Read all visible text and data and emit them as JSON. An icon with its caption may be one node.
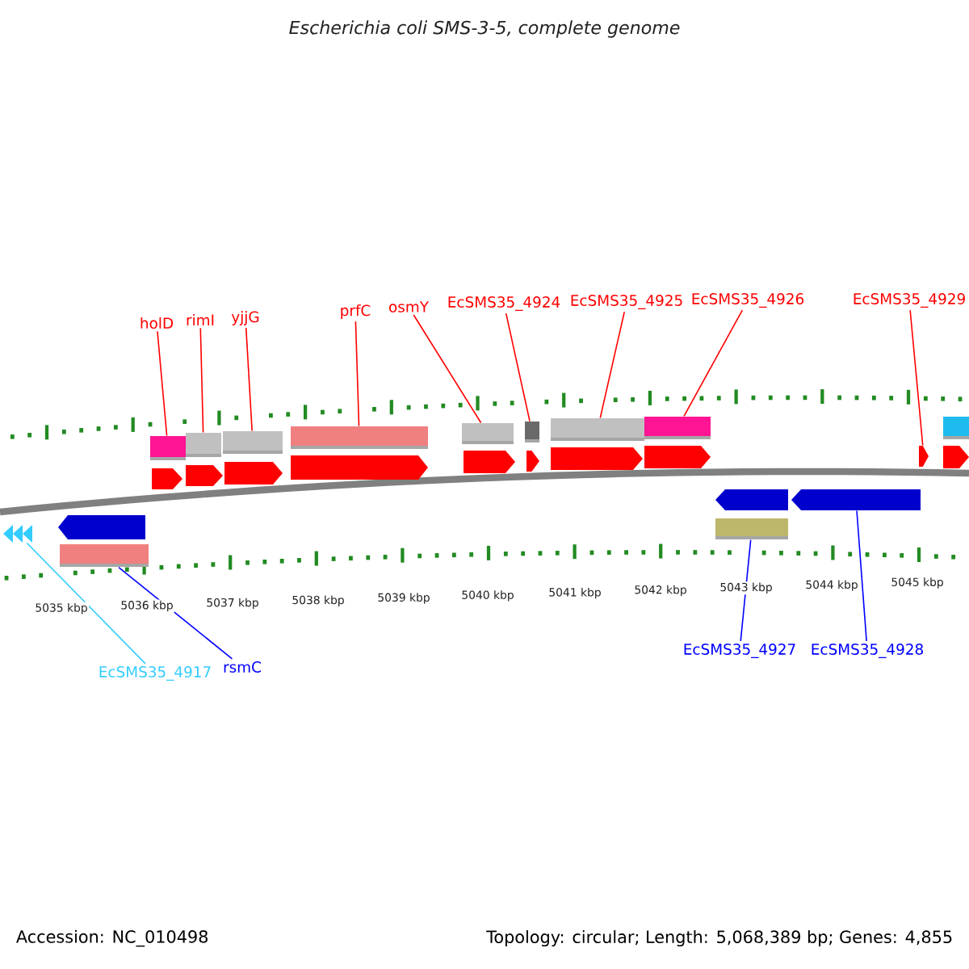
{
  "diagram": {
    "title": "Escherichia coli SMS-3-5, complete genome",
    "nodes": [
      {
        "text": [
          "holD"
        ]
      },
      {
        "text": [
          "rimI"
        ]
      },
      {
        "text": [
          "yjjG"
        ]
      },
      {
        "text": [
          "prfC"
        ]
      },
      {
        "text": [
          "osmY"
        ]
      },
      {
        "text": [
          "EcSMS35_4924"
        ]
      },
      {
        "text": [
          "EcSMS35_4925"
        ]
      },
      {
        "text": [
          "EcSMS35_4926"
        ]
      },
      {
        "text": [
          "EcSMS35_4929"
        ]
      },
      {
        "text": [
          "EcSMS35_4917"
        ]
      },
      {
        "text": [
          "rsmC"
        ]
      },
      {
        "text": [
          "EcSMS35_4927"
        ]
      },
      {
        "text": [
          "EcSMS35_4928"
        ]
      },
      {
        "text": [],
        "shape": "triangle"
      },
      {
        "text": [],
        "shape": "bar"
      },
      {
        "text": [],
        "shape": "bar"
      },
      {
        "text": [],
        "shape": "bar"
      },
      {
        "text": [],
        "shape": "bar"
      },
      {
        "text": [],
        "shape": "bar"
      },
      {
        "text": [],
        "shape": "bar"
      },
      {
        "text": [],
        "shape": "bar"
      },
      {
        "text": [],
        "shape": "bar"
      },
      {
        "text": [],
        "shape": "bar"
      },
      {
        "text": [],
        "shape": "bar"
      },
      {
        "text": [],
        "shape": "arrow"
      },
      {
        "text": [],
        "shape": "arrow"
      },
      {
        "text": [],
        "shape": "arrow"
      },
      {
        "text": [],
        "shape": "arrow"
      },
      {
        "text": [],
        "shape": "arrow"
      },
      {
        "text": [],
        "shape": "arrow"
      },
      {
        "text": [],
        "shape": "arrow"
      },
      {
        "text": [],
        "shape": "arrow"
      },
      {
        "text": [],
        "shape": "arrow"
      },
      {
        "text": [],
        "shape": "arrow"
      },
      {
        "text": [],
        "shape": "arrow"
      },
      {
        "text": [],
        "shape": "arrow"
      },
      {
        "text": [],
        "shape": "arrow"
      },
      {
        "text": [],
        "shape": "bar"
      }
    ],
    "edges": [
      {
        "from": 0,
        "to": 15,
        "arrow": "none"
      },
      {
        "from": 1,
        "to": 16,
        "arrow": "none"
      },
      {
        "from": 2,
        "to": 17,
        "arrow": "none"
      },
      {
        "from": 3,
        "to": 18,
        "arrow": "none"
      },
      {
        "from": 4,
        "to": 19,
        "arrow": "none"
      },
      {
        "from": 5,
        "to": 20,
        "arrow": "none"
      },
      {
        "from": 6,
        "to": 21,
        "arrow": "none"
      },
      {
        "from": 7,
        "to": 22,
        "arrow": "none"
      },
      {
        "from": 8,
        "to": 25,
        "arrow": "none"
      },
      {
        "from": 9,
        "to": 13,
        "arrow": "none",
        "color": "#33ccff"
      },
      {
        "from": 10,
        "to": 14,
        "arrow": "none",
        "color": "#0000ff"
      },
      {
        "from": 11,
        "to": 23,
        "arrow": "none",
        "color": "#0000ff"
      },
      {
        "from": 12,
        "to": 24,
        "arrow": "none",
        "color": "#0000ff"
      }
    ],
    "labels": [
      "5035 kbp",
      "5036 kbp",
      "5037 kbp",
      "5038 kbp",
      "5039 kbp",
      "5040 kbp",
      "5041 kbp",
      "5042 kbp",
      "5043 kbp",
      "5044 kbp",
      "5045 kbp",
      "Accession: NC_010498",
      "Topology: circular; Length: 5,068,389 bp; Genes: 4,855"
    ]
  }
}
